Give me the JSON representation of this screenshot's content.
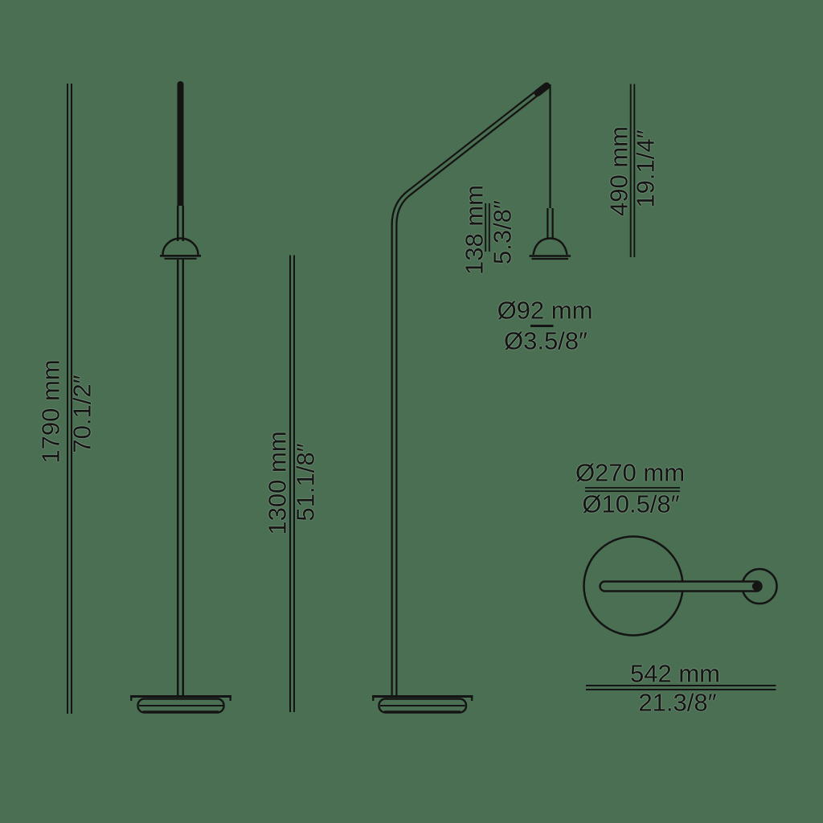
{
  "colors": {
    "background": "#4b6f52",
    "ink": "#141414"
  },
  "drawing": {
    "dim_total_height": {
      "mm": "1790 mm",
      "inches": "70.1/2″"
    },
    "dim_shade_height": {
      "mm": "1300 mm",
      "inches": "51.1/8″"
    },
    "dim_pendant_length": {
      "mm": "138 mm",
      "inches": "5.3/8″"
    },
    "dim_head_drop": {
      "mm": "490 mm",
      "inches": "19.1/4″"
    },
    "dim_shade_diameter": {
      "mm": "Ø92 mm",
      "inches": "Ø3.5/8″"
    },
    "dim_base_diameter": {
      "mm": "Ø270 mm",
      "inches": "Ø10.5/8″"
    },
    "dim_arm_reach": {
      "mm": "542 mm",
      "inches": "21.3/8″"
    }
  }
}
